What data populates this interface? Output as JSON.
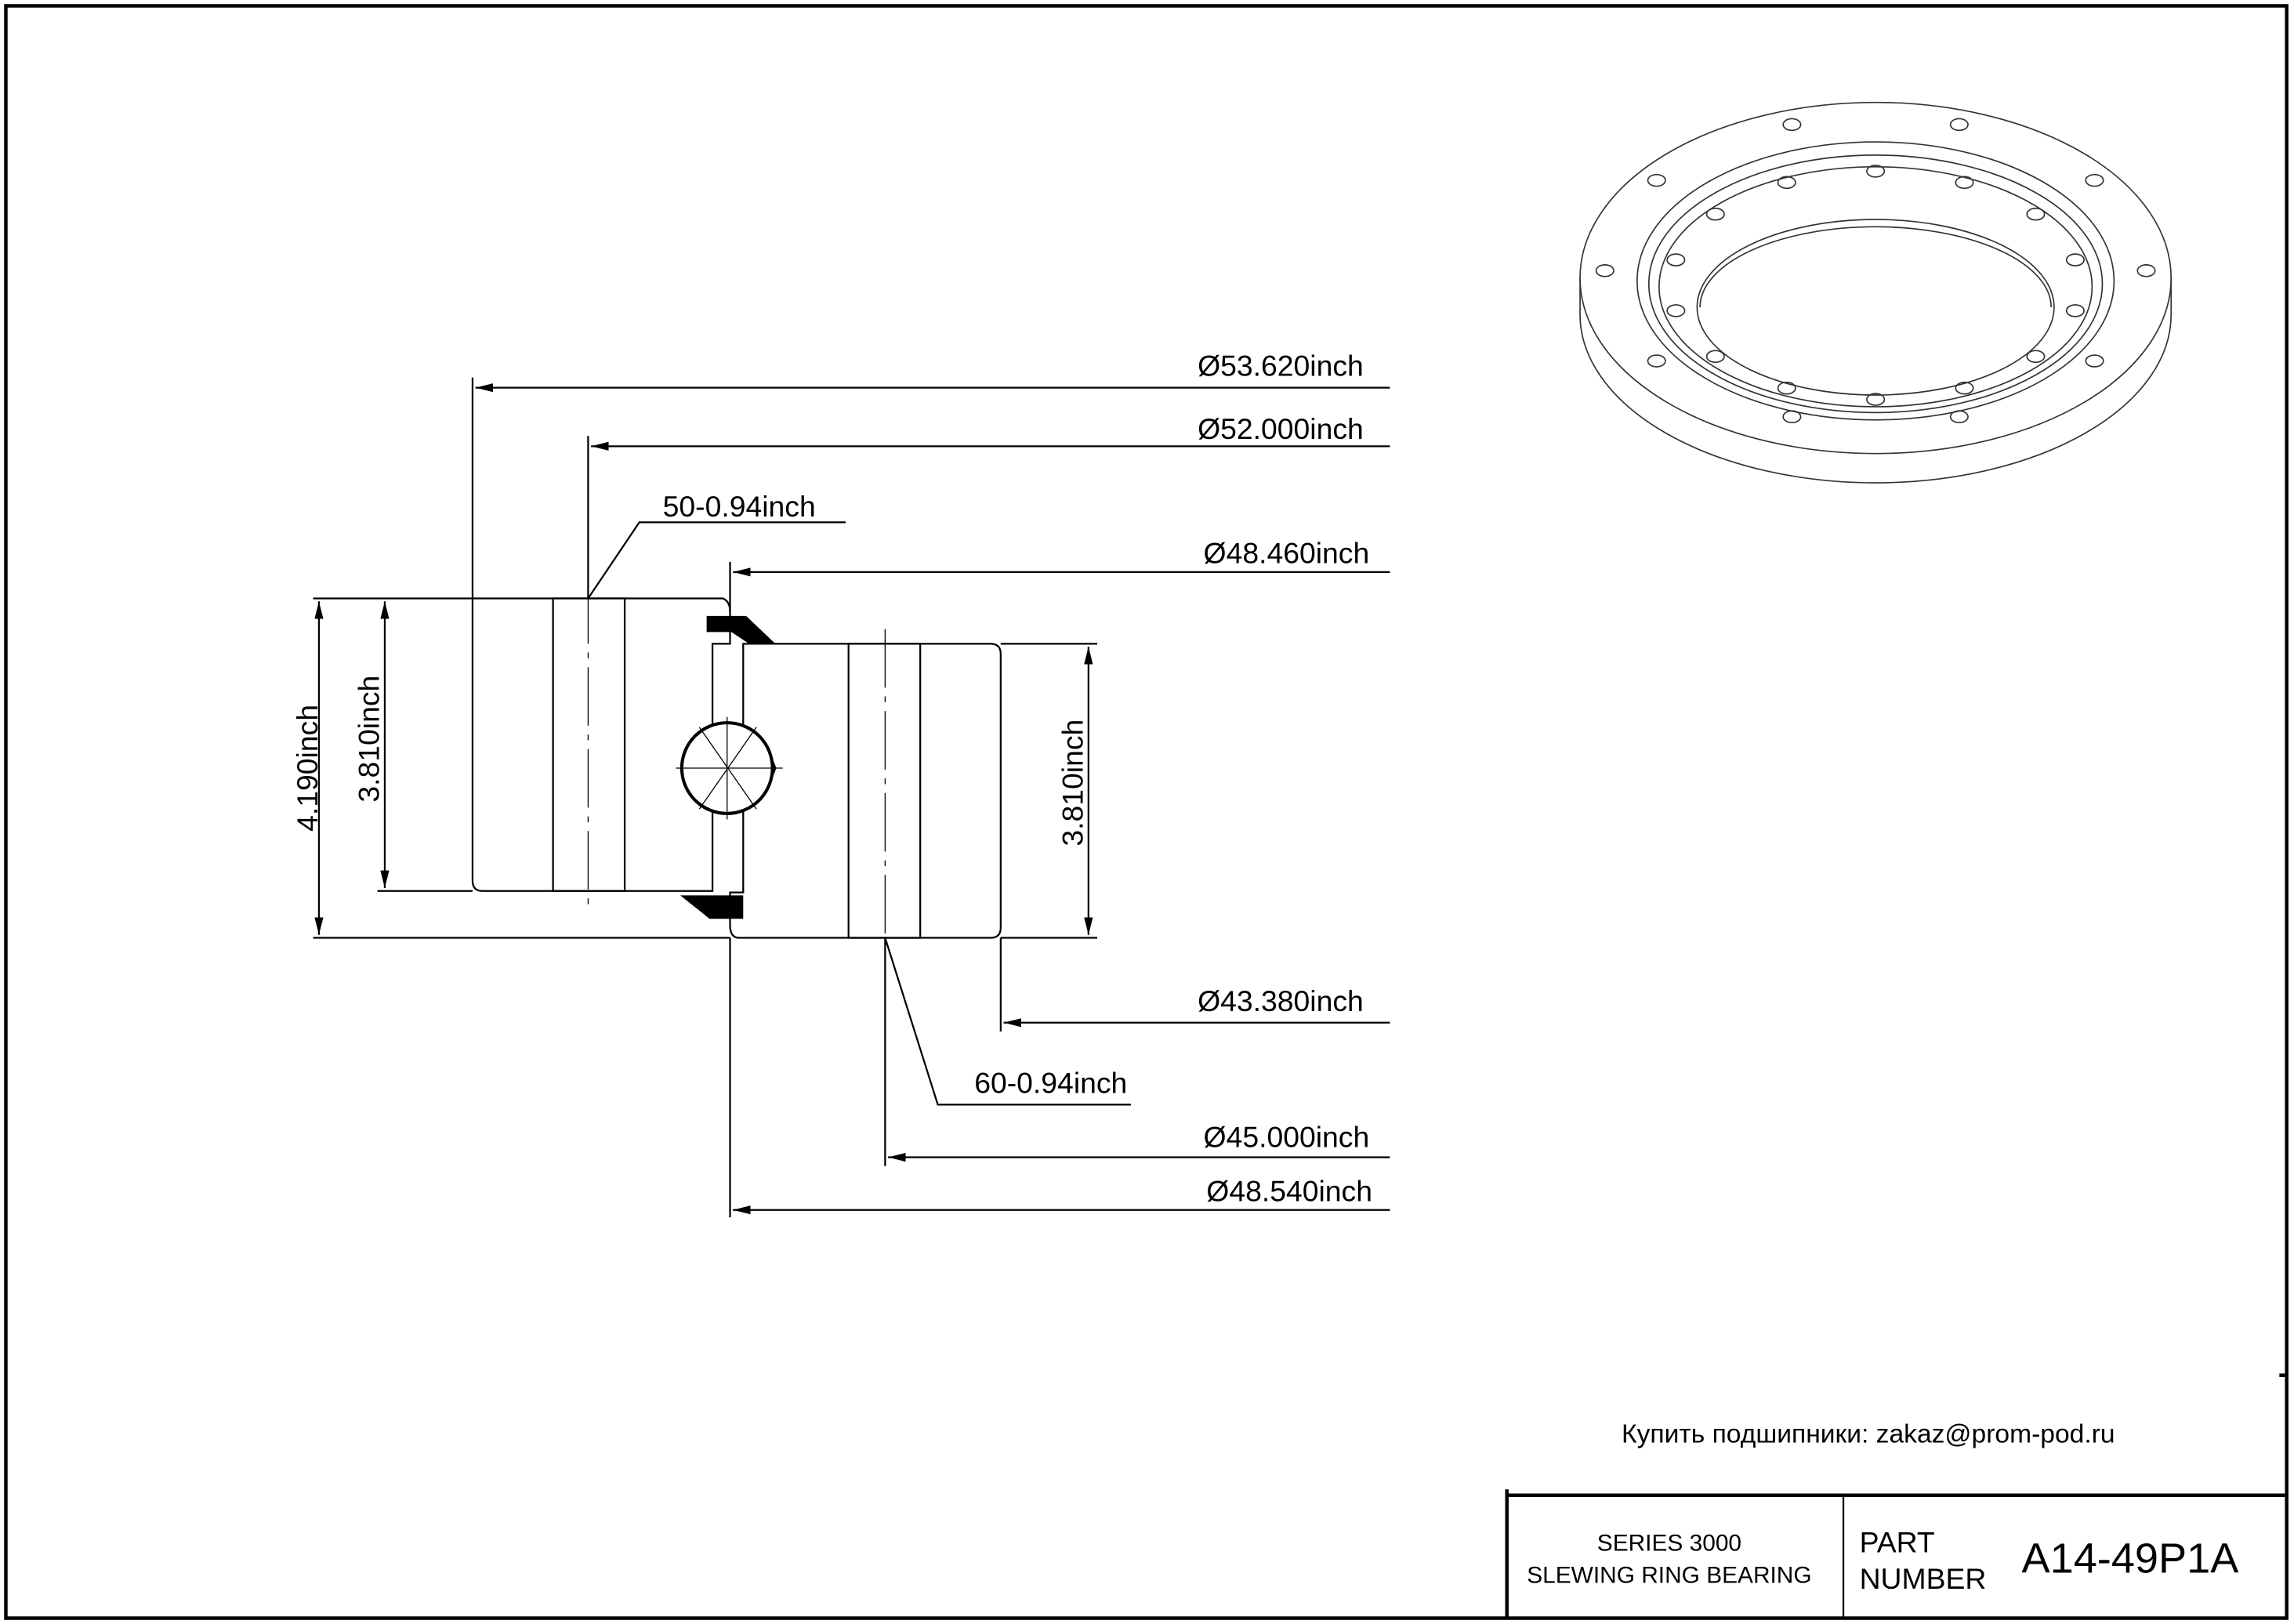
{
  "drawing": {
    "dimensions": {
      "d_outer": "Ø53.620inch",
      "d_outer_bolt_circle": "Ø52.000inch",
      "outer_holes": "50-0.94inch",
      "d_outer_ring_inner": "Ø48.460inch",
      "d_inner": "Ø43.380inch",
      "inner_holes": "60-0.94inch",
      "d_inner_bolt_circle": "Ø45.000inch",
      "d_inner_ring_outer": "Ø48.540inch",
      "total_height": "4.190inch",
      "outer_ring_height": "3.810inch",
      "inner_ring_height": "3.810inch"
    }
  },
  "contact": "Купить подшипники: zakaz@prom-pod.ru",
  "title_block": {
    "series_line1": "SERIES 3000",
    "series_line2": "SLEWING RING BEARING",
    "part_label_line1": "PART",
    "part_label_line2": "NUMBER",
    "part_number": "A14-49P1A"
  }
}
